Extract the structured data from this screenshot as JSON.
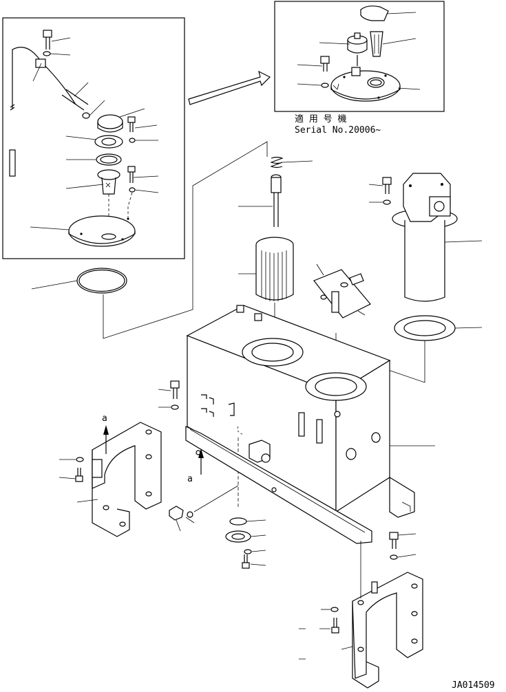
{
  "drawing_number": "JA014509",
  "inset_note": {
    "applicable_line": "適 用 号 機",
    "serial_line": "Serial No.20006~"
  },
  "callouts": {
    "view_marker_top": "a",
    "view_marker_mid": "a"
  }
}
